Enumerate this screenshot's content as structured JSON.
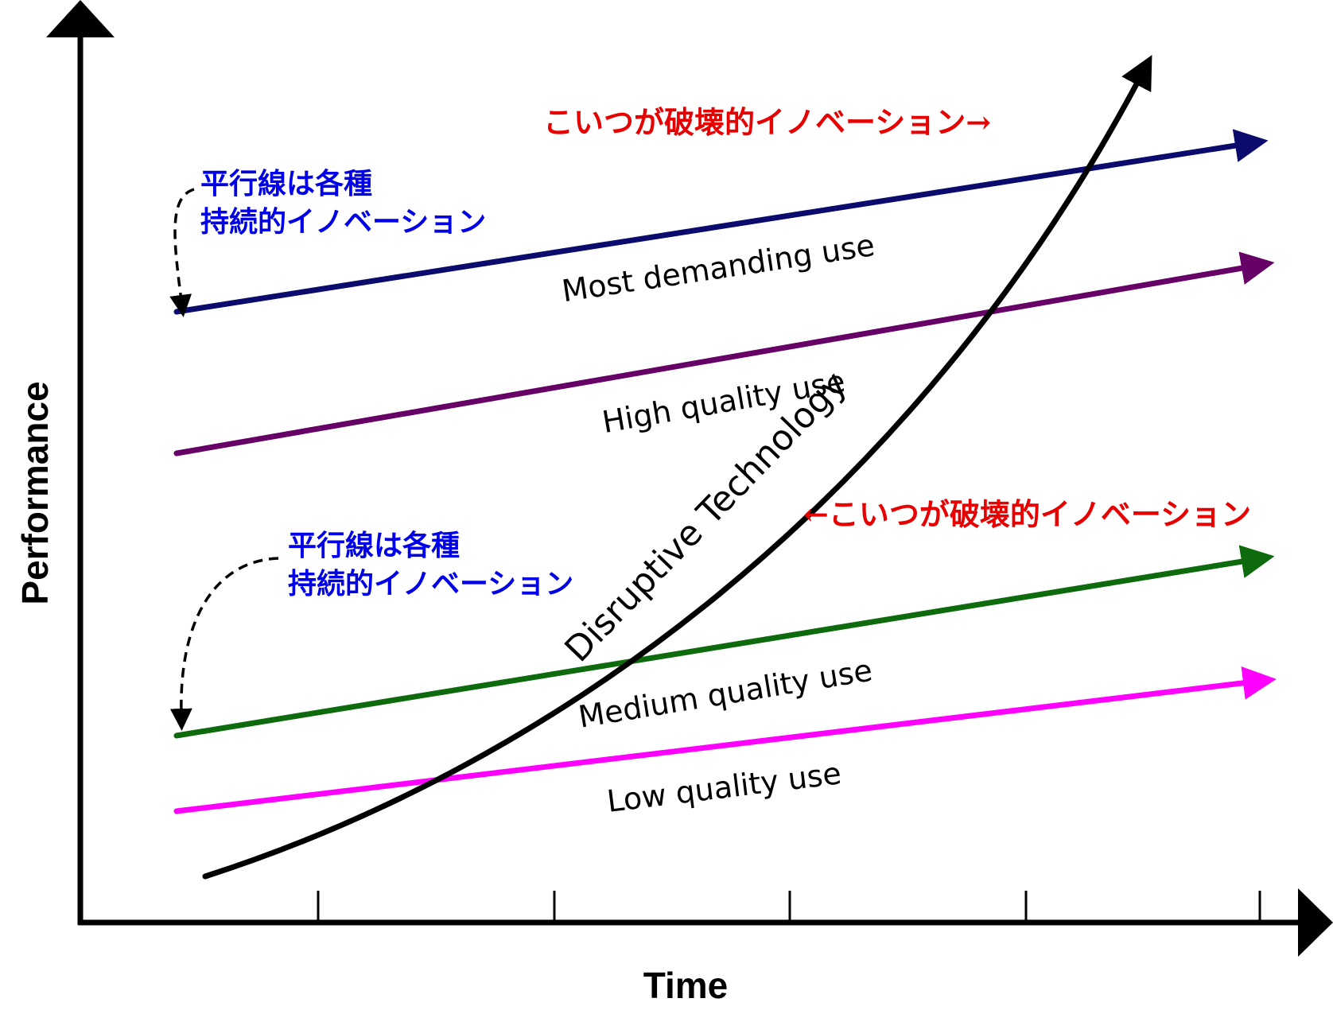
{
  "axes": {
    "x_title": "Time",
    "y_title": "Performance"
  },
  "trajectories": [
    {
      "key": "most_demanding",
      "label": "Most demanding use",
      "color": "#0b0b6e"
    },
    {
      "key": "high",
      "label": "High quality use",
      "color": "#660066"
    },
    {
      "key": "medium",
      "label": "Medium quality use",
      "color": "#0d6b0d"
    },
    {
      "key": "low",
      "label": "Low quality use",
      "color": "#ff00ff"
    }
  ],
  "disruptive": {
    "label": "Disruptive Technology",
    "color": "#000000"
  },
  "annotations": {
    "sustaining_top": {
      "line1": "平行線は各種",
      "line2": "持続的イノベーション"
    },
    "sustaining_bottom": {
      "line1": "平行線は各種",
      "line2": "持続的イノベーション"
    },
    "disruptive_top": "こいつが破壊的イノベーション→",
    "disruptive_mid": "←こいつが破壊的イノベーション"
  },
  "colors": {
    "annotation_blue": "#0000e6",
    "annotation_red": "#e60000",
    "axis": "#000000"
  }
}
